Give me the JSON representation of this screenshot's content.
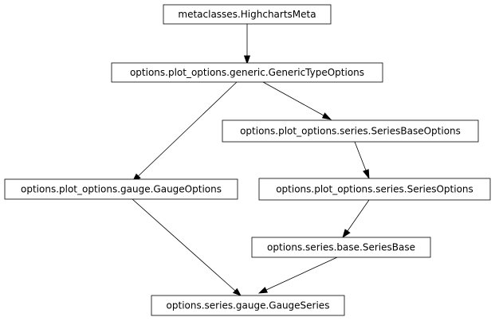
{
  "diagram": {
    "type": "inheritance-graph",
    "nodes": [
      {
        "id": "meta",
        "label": "metaclasses.HighchartsMeta"
      },
      {
        "id": "generic",
        "label": "options.plot_options.generic.GenericTypeOptions"
      },
      {
        "id": "seriesbaseopts",
        "label": "options.plot_options.series.SeriesBaseOptions"
      },
      {
        "id": "gaugeopts",
        "label": "options.plot_options.gauge.GaugeOptions"
      },
      {
        "id": "seriesopts",
        "label": "options.plot_options.series.SeriesOptions"
      },
      {
        "id": "seriesbase",
        "label": "options.series.base.SeriesBase"
      },
      {
        "id": "gaugeseries",
        "label": "options.series.gauge.GaugeSeries"
      }
    ],
    "edges": [
      {
        "from": "meta",
        "to": "generic"
      },
      {
        "from": "generic",
        "to": "gaugeopts"
      },
      {
        "from": "generic",
        "to": "seriesbaseopts"
      },
      {
        "from": "seriesbaseopts",
        "to": "seriesopts"
      },
      {
        "from": "seriesopts",
        "to": "seriesbase"
      },
      {
        "from": "gaugeopts",
        "to": "gaugeseries"
      },
      {
        "from": "seriesbase",
        "to": "gaugeseries"
      }
    ]
  }
}
